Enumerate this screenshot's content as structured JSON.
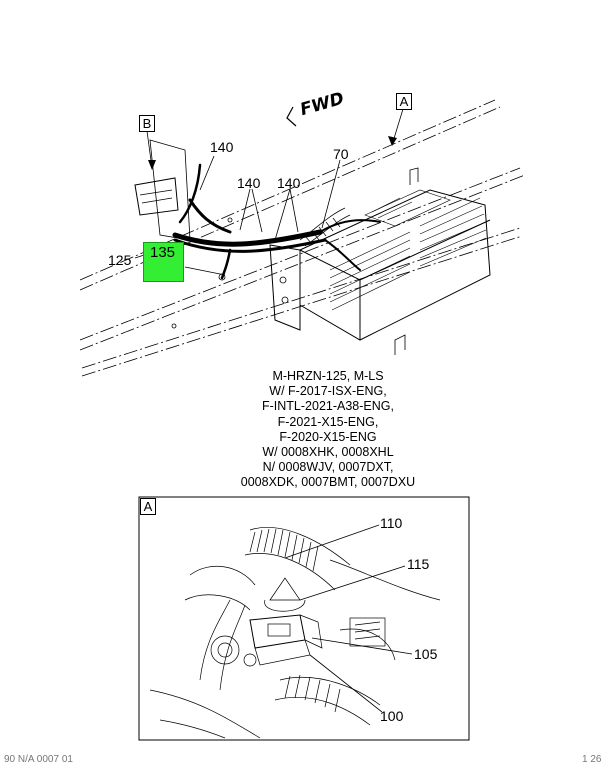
{
  "figure": {
    "view_labels": {
      "a": "A",
      "b": "B"
    },
    "direction_label": "FWD",
    "callouts_main": {
      "c140_top": "140",
      "c140_left": "140",
      "c140_right": "140",
      "c70": "70",
      "c125": "125",
      "c135": "135"
    },
    "highlight_color": "#33ee33"
  },
  "applicability": {
    "lines": [
      "M-HRZN-125, M-LS",
      "W/ F-2017-ISX-ENG,",
      "F-INTL-2021-A38-ENG,",
      "F-2021-X15-ENG,",
      "F-2020-X15-ENG",
      "W/ 0008XHK, 0008XHL",
      "N/ 0008WJV, 0007DXT,",
      "0008XDK, 0007BMT, 0007DXU"
    ]
  },
  "detail": {
    "label": "A",
    "callouts": {
      "c110": "110",
      "c115": "115",
      "c105": "105",
      "c100": "100"
    }
  },
  "footer": {
    "left": "90 N/A 0007 01",
    "right": "1 26"
  }
}
